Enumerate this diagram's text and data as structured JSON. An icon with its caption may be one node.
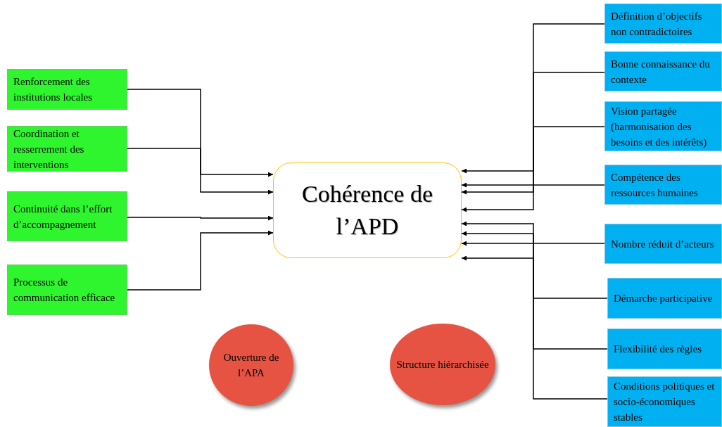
{
  "diagram": {
    "nodes": [
      {
        "text": [
          "Cohérence de l’APD"
        ]
      },
      {
        "text": [
          "Renforcement des institutions locales"
        ]
      },
      {
        "text": [
          "Coordination et resserrement des interventions"
        ]
      },
      {
        "text": [
          "Continuité dans l’effort d’accompagnement"
        ]
      },
      {
        "text": [
          "Processus de communication efficace"
        ]
      },
      {
        "text": [
          "Définition d’objectifs non contradictoires"
        ]
      },
      {
        "text": [
          "Bonne connaissance du contexte"
        ]
      },
      {
        "text": [
          "Vision partagée (harmonisation des besoins et des intérêts)"
        ]
      },
      {
        "text": [
          "Compétence des ressources humaines"
        ]
      },
      {
        "text": [
          "Nombre réduit d’acteurs"
        ]
      },
      {
        "text": [
          "Démarche participative"
        ]
      },
      {
        "text": [
          "Flexibilité des règles"
        ]
      },
      {
        "text": [
          "Conditions politiques et socio-économiques stables"
        ]
      },
      {
        "text": [
          "Ouverture de l’APA"
        ]
      },
      {
        "text": [
          "Structure hiérarchisée"
        ]
      }
    ],
    "edges": [
      {
        "from": 1,
        "to": 0,
        "arrow": "to"
      },
      {
        "from": 2,
        "to": 0,
        "arrow": "to"
      },
      {
        "from": 3,
        "to": 0,
        "arrow": "to"
      },
      {
        "from": 4,
        "to": 0,
        "arrow": "to"
      },
      {
        "from": 5,
        "to": 0,
        "arrow": "to"
      },
      {
        "from": 6,
        "to": 0,
        "arrow": "to"
      },
      {
        "from": 7,
        "to": 0,
        "arrow": "to"
      },
      {
        "from": 8,
        "to": 0,
        "arrow": "to"
      },
      {
        "from": 9,
        "to": 0,
        "arrow": "to"
      },
      {
        "from": 10,
        "to": 0,
        "arrow": "to"
      },
      {
        "from": 11,
        "to": 0,
        "arrow": "to"
      },
      {
        "from": 12,
        "to": 0,
        "arrow": "to"
      }
    ]
  }
}
